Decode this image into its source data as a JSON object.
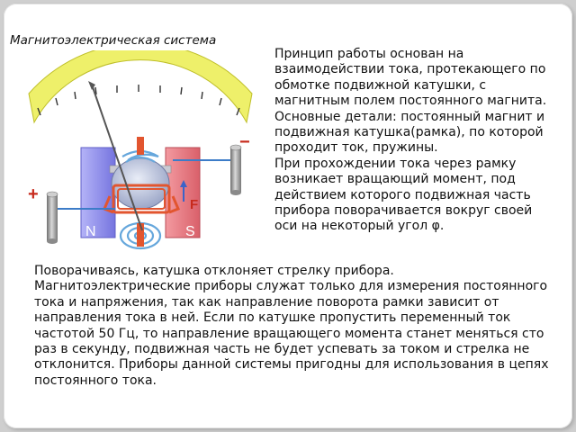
{
  "page": {
    "title": "Магнитоэлектрическая система"
  },
  "figure": {
    "minus_sign": "−",
    "plus_sign": "+",
    "force_label": "F",
    "north_pole": "N",
    "south_pole": "S",
    "colors": {
      "scale": "#eef06a",
      "magnet_north": "#8f8ef0",
      "magnet_south": "#ef7f86",
      "coil": "#e2552f",
      "spring": "#66a7dc",
      "terminal": "#a3a3a3"
    }
  },
  "text": {
    "principle_paragraphs": [
      "Принцип работы основан на взаимодействии тока, протекающего по обмотке подвижной катушки, с магнитным полем постоянного магнита.",
      "Основные детали: постоянный магнит и подвижная катушка(рамка), по которой проходит ток, пружины.",
      "При прохождении тока через рамку возникает вращающий момент, под действием которого подвижная часть прибора поворачивается вокруг своей оси на некоторый угол φ."
    ],
    "bottom_paragraphs": [
      "Поворачиваясь, катушка отклоняет стрелку прибора.",
      "Магнитоэлектрические приборы служат только для измерения постоянного тока и напряжения, так как направление поворота рамки зависит от направления тока в ней. Если по катушке пропустить переменный ток частотой 50 Гц, то направление вращающего момента станет меняться сто раз в секунду, подвижная часть не будет успевать за током и стрелка не отклонится. Приборы данной системы пригодны для использования в цепях постоянного тока."
    ]
  }
}
